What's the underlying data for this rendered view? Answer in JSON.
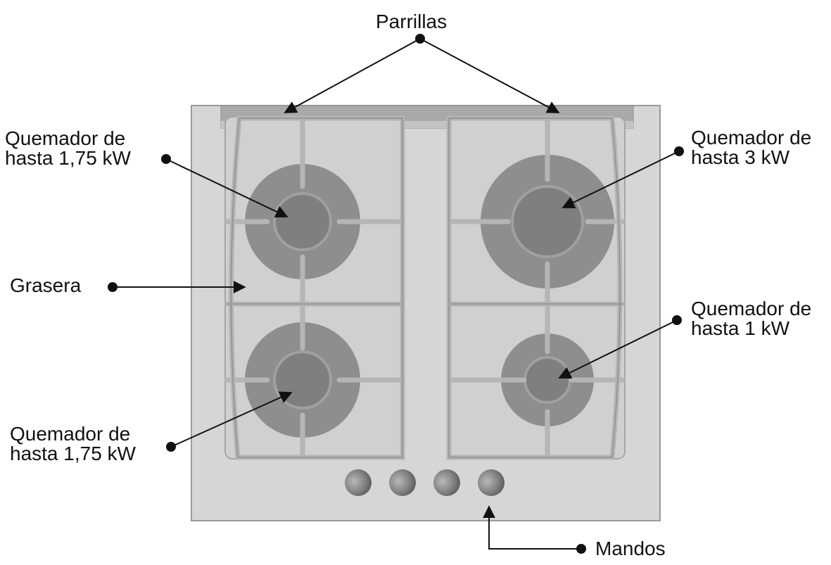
{
  "labels": {
    "parrillas": "Parrillas",
    "burner_top_left": {
      "line1": "Quemador de",
      "line2": "hasta 1,75 kW"
    },
    "burner_top_right": {
      "line1": "Quemador de",
      "line2": "hasta 3 kW"
    },
    "grasera": "Grasera",
    "burner_bottom_right": {
      "line1": "Quemador de",
      "line2": "hasta 1 kW"
    },
    "burner_bottom_left": {
      "line1": "Quemador de",
      "line2": "hasta 1,75 kW"
    },
    "mandos": "Mandos"
  },
  "colors": {
    "panel": "#d6d6d6",
    "panel_edge": "#9a9a9a",
    "burner": "#8e8e8e",
    "burner_cap": "#7d7d7d",
    "grate": "#bdbdbd",
    "grate_edge": "#8a8a8a",
    "knob": "#7a7a7a",
    "line": "#111111"
  }
}
